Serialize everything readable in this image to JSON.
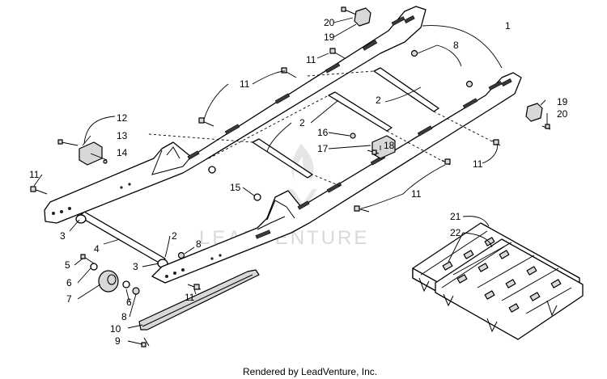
{
  "diagram": {
    "watermark": "LEADVENTURE",
    "footer": "Rendered by LeadVenture, Inc.",
    "callouts": {
      "c20a": "20",
      "c19a": "19",
      "c1": "1",
      "c8a": "8",
      "c11a": "11",
      "c11b": "11",
      "c2a": "2",
      "c19b": "19",
      "c20b": "20",
      "c12": "12",
      "c13": "13",
      "c14": "14",
      "c2b": "2",
      "c16": "16",
      "c17": "17",
      "c18": "18",
      "c11c": "11",
      "c11d": "11",
      "c15": "15",
      "c11e": "11",
      "c21": "21",
      "c22": "22",
      "c3a": "3",
      "c4": "4",
      "c2c": "2",
      "c8b": "8",
      "c5": "5",
      "c3b": "3",
      "c6a": "6",
      "c7": "7",
      "c6b": "6",
      "c11f": "11",
      "c8c": "8",
      "c10": "10",
      "c9": "9"
    }
  }
}
